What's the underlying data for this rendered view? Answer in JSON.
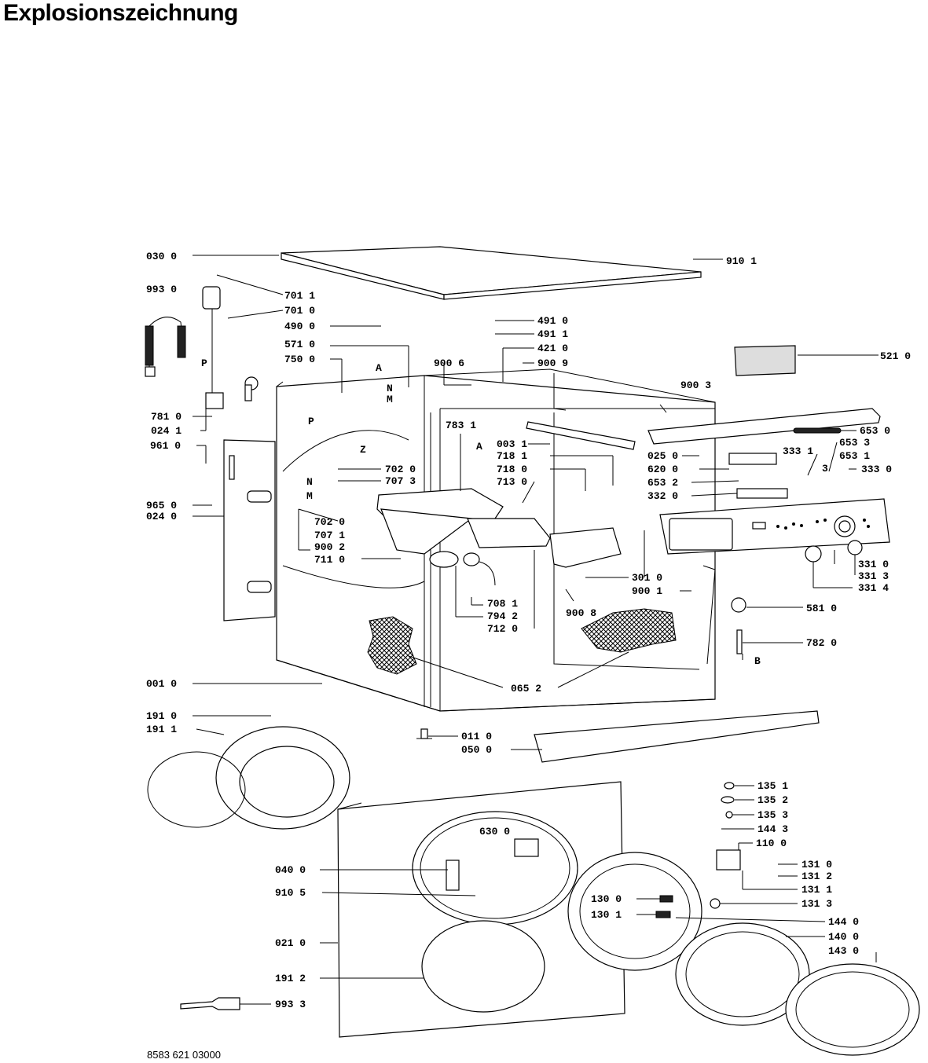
{
  "title": "Explosionszeichnung",
  "document_number": "8583 621 03000",
  "labels": [
    {
      "id": "030-0",
      "text": "030 0"
    },
    {
      "id": "910-1",
      "text": "910 1"
    },
    {
      "id": "993-0",
      "text": "993 0"
    },
    {
      "id": "701-1",
      "text": "701 1"
    },
    {
      "id": "701-0",
      "text": "701 0"
    },
    {
      "id": "490-0",
      "text": "490 0"
    },
    {
      "id": "491-0",
      "text": "491 0"
    },
    {
      "id": "491-1",
      "text": "491 1"
    },
    {
      "id": "571-0",
      "text": "571 0"
    },
    {
      "id": "421-0",
      "text": "421 0"
    },
    {
      "id": "900-6",
      "text": "900 6"
    },
    {
      "id": "900-9",
      "text": "900 9"
    },
    {
      "id": "750-0",
      "text": "750 0"
    },
    {
      "id": "521-0",
      "text": "521 0"
    },
    {
      "id": "900-3",
      "text": "900 3"
    },
    {
      "id": "781-0",
      "text": "781 0"
    },
    {
      "id": "024-1",
      "text": "024 1"
    },
    {
      "id": "783-1",
      "text": "783 1"
    },
    {
      "id": "003-1",
      "text": "003 1"
    },
    {
      "id": "718-1",
      "text": "718 1"
    },
    {
      "id": "653-0",
      "text": "653 0"
    },
    {
      "id": "961-0",
      "text": "961 0"
    },
    {
      "id": "025-0",
      "text": "025 0"
    },
    {
      "id": "333-1",
      "text": "333 1"
    },
    {
      "id": "653-3",
      "text": "653 3"
    },
    {
      "id": "702-0a",
      "text": "702 0"
    },
    {
      "id": "718-0",
      "text": "718 0"
    },
    {
      "id": "620-0",
      "text": "620 0"
    },
    {
      "id": "653-1",
      "text": "653 1"
    },
    {
      "id": "707-3",
      "text": "707 3"
    },
    {
      "id": "713-0",
      "text": "713 0"
    },
    {
      "id": "333-0",
      "text": "333 0"
    },
    {
      "id": "653-2",
      "text": "653 2"
    },
    {
      "id": "965-0",
      "text": "965 0"
    },
    {
      "id": "332-0",
      "text": "332 0"
    },
    {
      "id": "024-0",
      "text": "024 0"
    },
    {
      "id": "702-0b",
      "text": "702 0"
    },
    {
      "id": "707-1",
      "text": "707 1"
    },
    {
      "id": "900-2",
      "text": "900 2"
    },
    {
      "id": "711-0",
      "text": "711 0"
    },
    {
      "id": "331-0",
      "text": "331 0"
    },
    {
      "id": "331-3",
      "text": "331 3"
    },
    {
      "id": "331-4",
      "text": "331 4"
    },
    {
      "id": "301-0",
      "text": "301 0"
    },
    {
      "id": "900-1",
      "text": "900 1"
    },
    {
      "id": "708-1",
      "text": "708 1"
    },
    {
      "id": "794-2",
      "text": "794 2"
    },
    {
      "id": "712-0",
      "text": "712 0"
    },
    {
      "id": "900-8",
      "text": "900 8"
    },
    {
      "id": "581-0",
      "text": "581 0"
    },
    {
      "id": "782-0",
      "text": "782 0"
    },
    {
      "id": "001-0",
      "text": "001 0"
    },
    {
      "id": "065-2",
      "text": "065 2"
    },
    {
      "id": "191-0",
      "text": "191 0"
    },
    {
      "id": "191-1",
      "text": "191 1"
    },
    {
      "id": "011-0",
      "text": "011 0"
    },
    {
      "id": "050-0",
      "text": "050 0"
    },
    {
      "id": "135-1",
      "text": "135 1"
    },
    {
      "id": "135-2",
      "text": "135 2"
    },
    {
      "id": "135-3",
      "text": "135 3"
    },
    {
      "id": "144-3",
      "text": "144 3"
    },
    {
      "id": "630-0",
      "text": "630 0"
    },
    {
      "id": "110-0",
      "text": "110 0"
    },
    {
      "id": "040-0",
      "text": "040 0"
    },
    {
      "id": "131-0",
      "text": "131 0"
    },
    {
      "id": "131-2",
      "text": "131 2"
    },
    {
      "id": "910-5",
      "text": "910 5"
    },
    {
      "id": "131-1",
      "text": "131 1"
    },
    {
      "id": "130-0",
      "text": "130 0"
    },
    {
      "id": "131-3",
      "text": "131 3"
    },
    {
      "id": "130-1",
      "text": "130 1"
    },
    {
      "id": "144-0",
      "text": "144 0"
    },
    {
      "id": "021-0",
      "text": "021 0"
    },
    {
      "id": "140-0",
      "text": "140 0"
    },
    {
      "id": "143-0",
      "text": "143 0"
    },
    {
      "id": "191-2",
      "text": "191 2"
    },
    {
      "id": "993-3",
      "text": "993 3"
    }
  ],
  "markers": [
    {
      "id": "P1",
      "text": "P"
    },
    {
      "id": "A1",
      "text": "A"
    },
    {
      "id": "N1",
      "text": "N"
    },
    {
      "id": "M1",
      "text": "M"
    },
    {
      "id": "P2",
      "text": "P"
    },
    {
      "id": "Z1",
      "text": "Z"
    },
    {
      "id": "A2",
      "text": "A"
    },
    {
      "id": "N2",
      "text": "N"
    },
    {
      "id": "M2",
      "text": "M"
    },
    {
      "id": "B1",
      "text": "B"
    },
    {
      "id": "three1",
      "text": "3"
    }
  ]
}
